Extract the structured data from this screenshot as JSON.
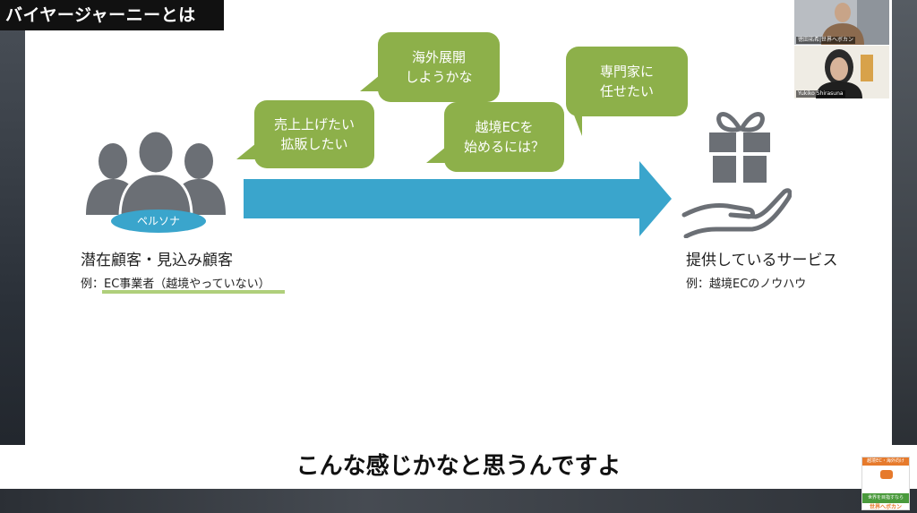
{
  "slide": {
    "title": "バイヤージャーニーとは",
    "bubbles": [
      {
        "text": "売上上げたい\n拡販したい"
      },
      {
        "text": "海外展開\nしようかな"
      },
      {
        "text": "越境ECを\n始めるには？"
      },
      {
        "text": "専門家に\n任せたい"
      }
    ],
    "persona": {
      "label": "ペルソナ",
      "heading": "潜在顧客・見込み顧客",
      "example": "例：EC事業者（越境やっていない）"
    },
    "service": {
      "heading": "提供しているサービス",
      "example": "例：越境ECのノウハウ"
    },
    "colors": {
      "bubble": "#8db04a",
      "arrow": "#3aa5cc",
      "icon": "#6b6f75"
    }
  },
  "caption": "こんな感じかなと思うんですよ",
  "participants": [
    {
      "name": "徳田祐希|世界へボカン"
    },
    {
      "name": "Yukiko Shirasuna"
    }
  ],
  "logo": {
    "top": "越境EC・海外向けWeb",
    "mid": "世界を目指すなら",
    "bottom": "世界へボカン"
  }
}
